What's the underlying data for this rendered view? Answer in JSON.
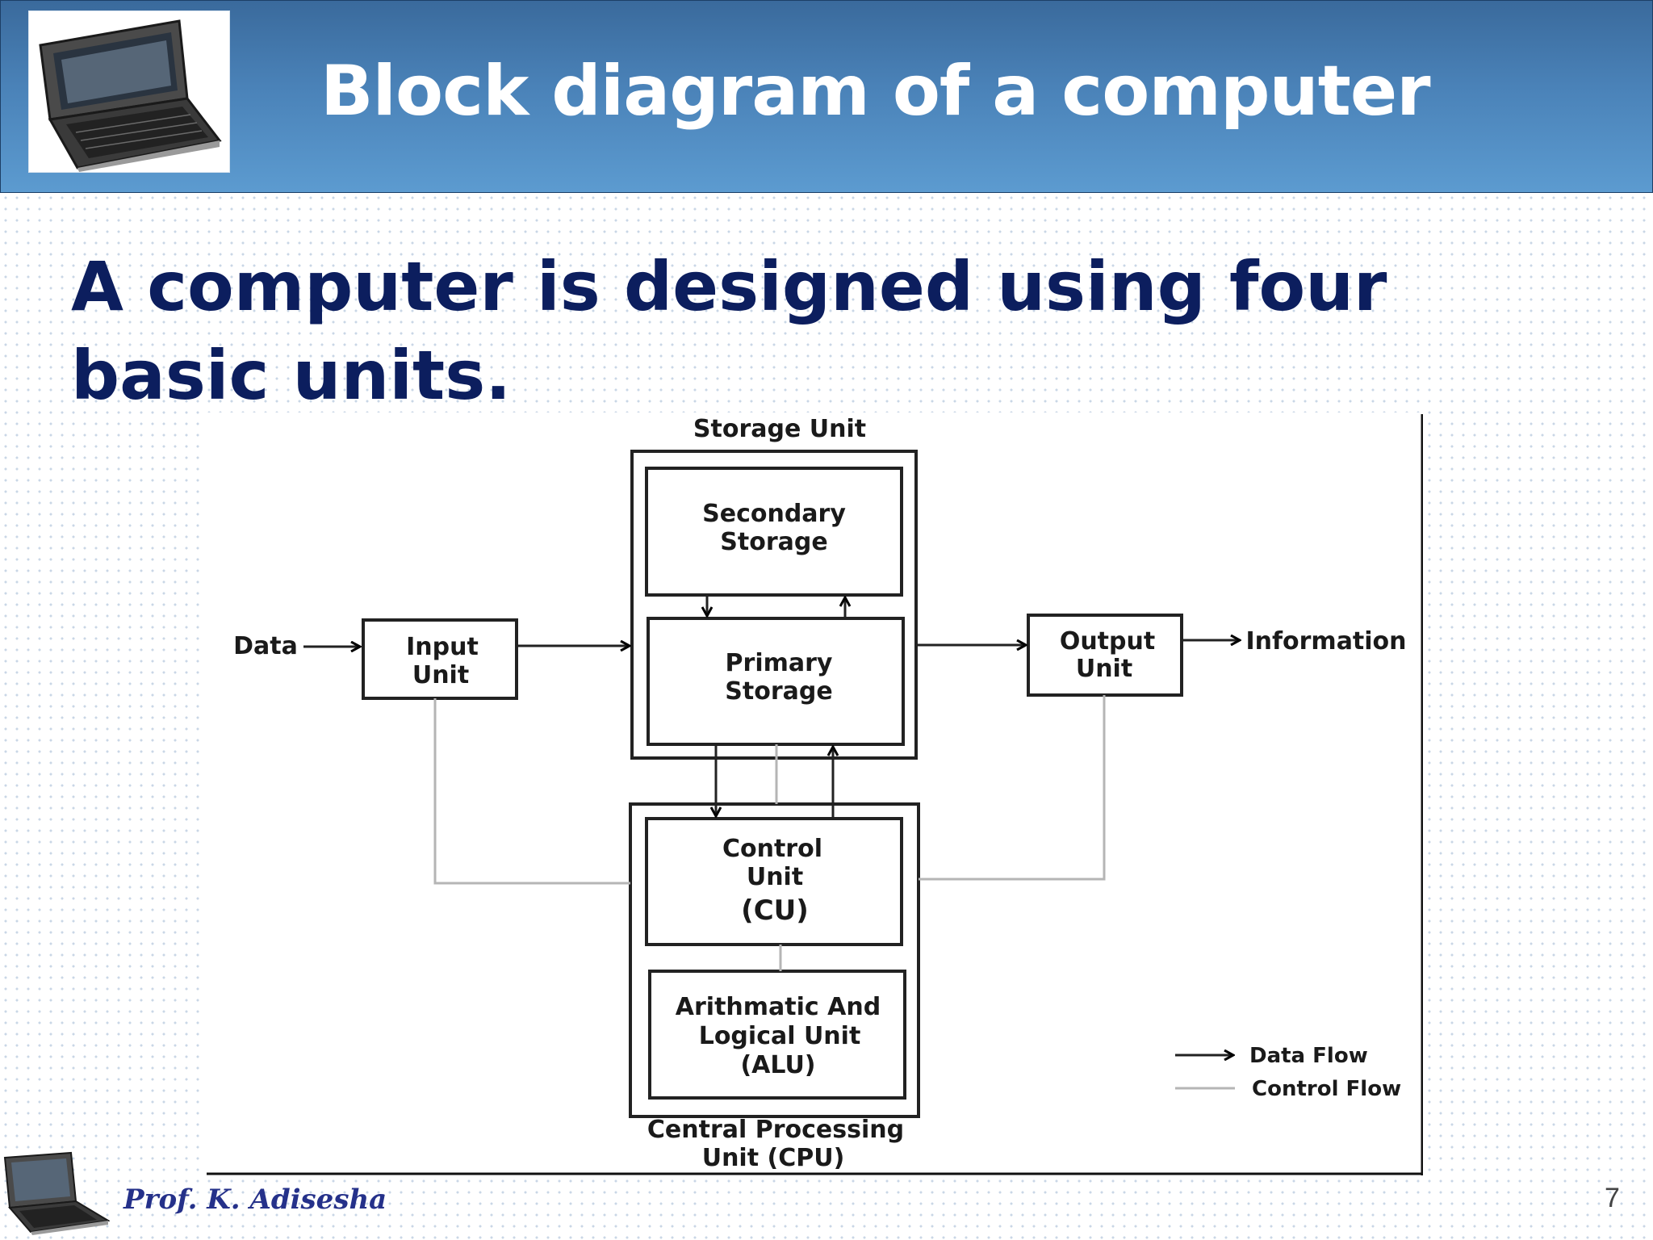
{
  "slide": {
    "title": "Block diagram of a computer",
    "lead": "A computer is designed using four basic units.",
    "author": "Prof. K. Adisesha",
    "page_number": "7"
  },
  "diagram": {
    "storage_unit_label": "Storage Unit",
    "secondary_storage": [
      "Secondary",
      "Storage"
    ],
    "primary_storage": [
      "Primary",
      "Storage"
    ],
    "input_unit": [
      "Input",
      "Unit"
    ],
    "output_unit": [
      "Output",
      "Unit"
    ],
    "control_unit": [
      "Control",
      "Unit",
      "(CU)"
    ],
    "alu": [
      "Arithmatic And",
      "Logical Unit",
      "(ALU)"
    ],
    "cpu_label": [
      "Central Processing",
      "Unit (CPU)"
    ],
    "data_label": "Data",
    "information_label": "Information",
    "legend": {
      "data_flow": "Data Flow",
      "control_flow": "Control Flow"
    }
  },
  "icons": {
    "header_image": "laptop-icon",
    "footer_image": "laptop-icon"
  },
  "colors": {
    "header_blue": "#4a82b8",
    "title_text": "#ffffff",
    "lead_text": "#0c1e5e",
    "author_text": "#25318a"
  }
}
